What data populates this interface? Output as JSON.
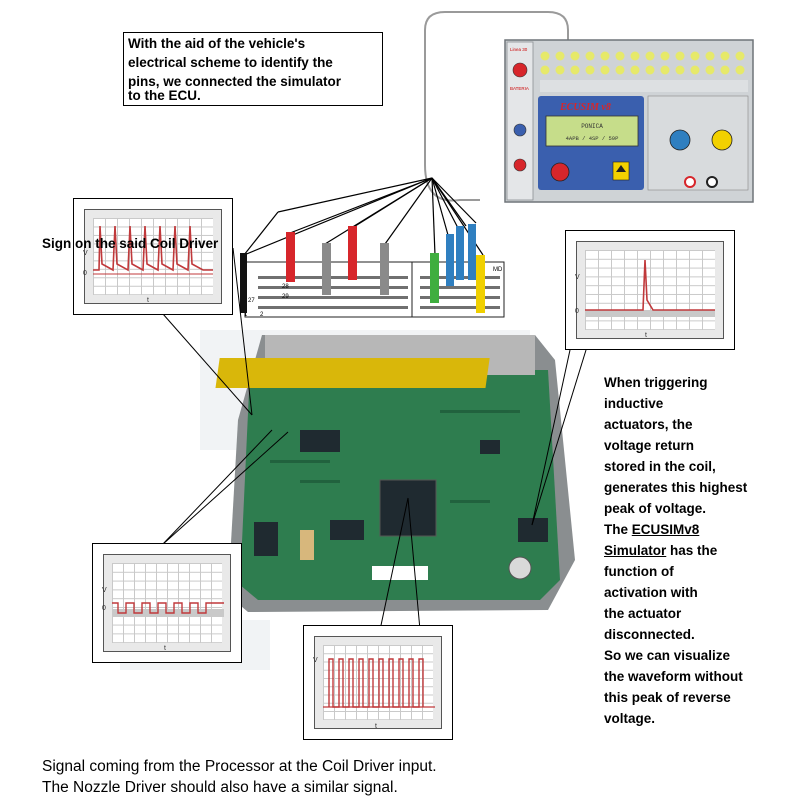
{
  "top_callout": {
    "lines": [
      "With the aid of the vehicle's",
      "electrical scheme to identify the",
      "pins, we connected the simulator",
      "to the ECU."
    ]
  },
  "coil_label": "Sign on the said Coil Driver",
  "right_text": {
    "lines_before": [
      "When triggering",
      "inductive",
      "actuators, the",
      "voltage return",
      "stored in the coil,",
      "generates this highest",
      "peak of voltage.",
      "The "
    ],
    "brand": "ECUSIMv8",
    "brand_line2": "Simulator",
    "lines_after": [
      " has the",
      "function of",
      "activation with",
      "the actuator",
      "disconnected.",
      "So we can visualize",
      "the waveform without",
      "this peak of reverse",
      "voltage."
    ]
  },
  "bottom_caption": {
    "line1": "Signal coming from the Processor at the Coil Driver input.",
    "line2": "The Nozzle Driver should also have a similar signal."
  },
  "simulator": {
    "left_labels": [
      "Linea 30",
      "BATERIA"
    ],
    "display_line1": "PONICA",
    "display_line2": "4APB  /  4SP  /  59P"
  },
  "connector_pins": [
    "27",
    "28",
    "29",
    "1",
    "2",
    "MD"
  ],
  "scope_axis": {
    "v": "V",
    "t": "t",
    "zero": "0"
  },
  "colors": {
    "red_wire": "#d7262b",
    "gray_wire": "#8a8a8a",
    "green_wire": "#3fae3f",
    "blue_wire": "#2f7fc0",
    "yellow_wire": "#f0d000",
    "waveform": "#c0393b",
    "pcb": "#2e7d4f",
    "pcb_dark": "#1f5c3a",
    "panel": "#cfd3d6",
    "sim_blue": "#3a5fae"
  }
}
